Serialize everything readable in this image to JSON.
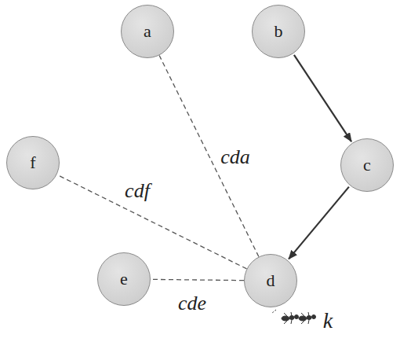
{
  "diagram": {
    "nodes": [
      {
        "text": [
          "a"
        ]
      },
      {
        "text": [
          "b"
        ]
      },
      {
        "text": [
          "f"
        ]
      },
      {
        "text": [
          "c"
        ]
      },
      {
        "text": [
          "e"
        ]
      },
      {
        "text": [
          "d"
        ]
      }
    ],
    "edges": [
      {
        "from": 1,
        "to": 3,
        "arrow": "to"
      },
      {
        "from": 3,
        "to": 5,
        "arrow": "to"
      },
      {
        "from": 5,
        "to": 0,
        "arrow": "none",
        "label": "cda"
      },
      {
        "from": 5,
        "to": 2,
        "arrow": "none",
        "label": "cdf"
      },
      {
        "from": 5,
        "to": 4,
        "arrow": "none",
        "label": "cde"
      }
    ],
    "labels": [
      "k"
    ]
  }
}
